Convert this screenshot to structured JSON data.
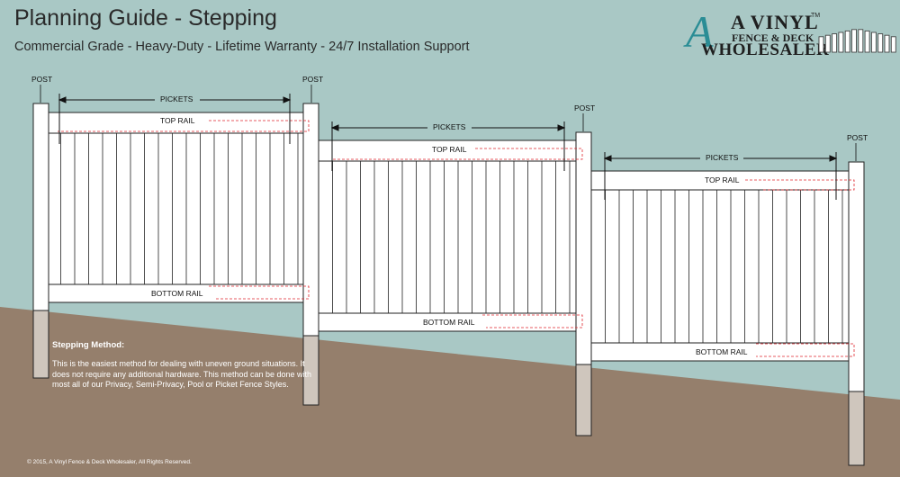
{
  "header": {
    "title": "Planning Guide - Stepping",
    "subtitle": "Commercial Grade - Heavy-Duty - Lifetime Warranty - 24/7 Installation Support"
  },
  "logo": {
    "monogram": "A",
    "line1": "A VINYL",
    "trademark": "TM",
    "line2": "FENCE & DECK",
    "line3": "WHOLESALER"
  },
  "labels": {
    "post": "POST",
    "pickets": "PICKETS",
    "top_rail": "TOP RAIL",
    "bottom_rail": "BOTTOM RAIL"
  },
  "note": {
    "heading": "Stepping Method:",
    "body": "This is the easiest method for dealing with uneven ground situations.  It does not require any additional hardware. This method can be done with most all of our Privacy, Semi-Privacy, Pool or Picket Fence Styles."
  },
  "footer": {
    "copyright": "© 2015, A Vinyl Fence & Deck Wholesaler, All Rights Reserved."
  },
  "colors": {
    "sky": "#a9c8c5",
    "ground": "#957f6c",
    "vinyl": "#ffffff",
    "post_footing": "#cfc6bd",
    "guide": "#e0262d",
    "outline": "#222222"
  }
}
